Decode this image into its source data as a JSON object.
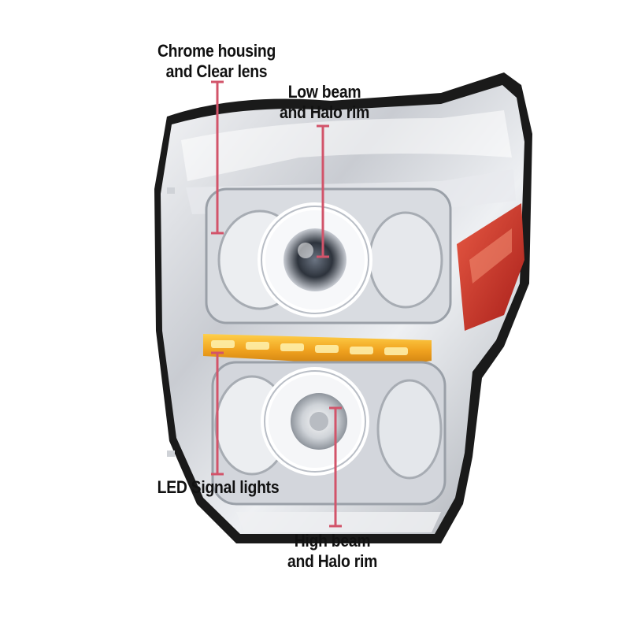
{
  "callouts": {
    "chrome_housing": {
      "line1": "Chrome housing",
      "line2": "and Clear lens"
    },
    "low_beam": {
      "line1": "Low beam",
      "line2": "and Halo rim"
    },
    "led_signal": {
      "line1": "LED Signal lights"
    },
    "high_beam": {
      "line1": "High beam",
      "line2": "and Halo rim"
    }
  },
  "colors": {
    "callout_line": "#d2546a",
    "reflector": "#c8322a",
    "led_strip": "#f0a21f",
    "housing_trim": "#1a1a1a"
  }
}
